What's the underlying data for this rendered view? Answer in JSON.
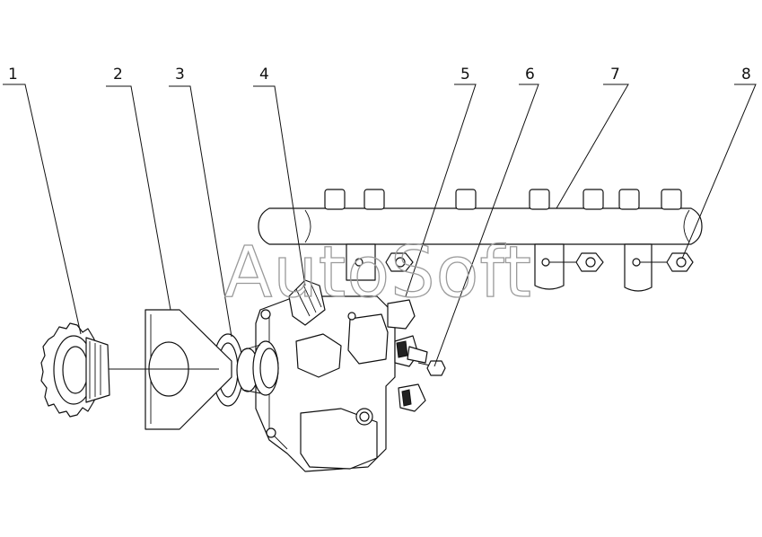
{
  "watermark": "AutoSoft",
  "callouts": [
    "1",
    "2",
    "3",
    "4",
    "5",
    "6",
    "7",
    "8"
  ]
}
